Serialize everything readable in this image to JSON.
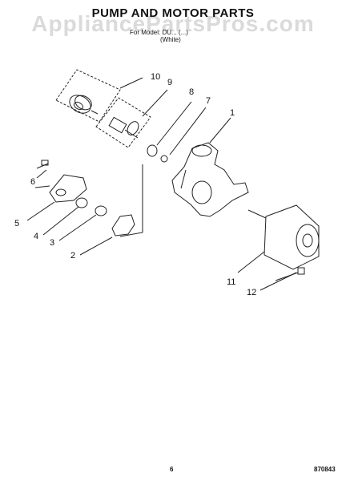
{
  "header": {
    "title": "PUMP AND MOTOR PARTS",
    "watermark": "AppliancePartsPros.com",
    "model_line": "For Model: DU... (...)",
    "color_line": "(White)"
  },
  "callouts": [
    "1",
    "2",
    "3",
    "4",
    "5",
    "6",
    "7",
    "8",
    "9",
    "10",
    "11",
    "12"
  ],
  "footer": {
    "page_number": "6",
    "doc_code": "870843"
  },
  "colors": {
    "line": "#222222",
    "watermark": "#9a9a9a"
  }
}
